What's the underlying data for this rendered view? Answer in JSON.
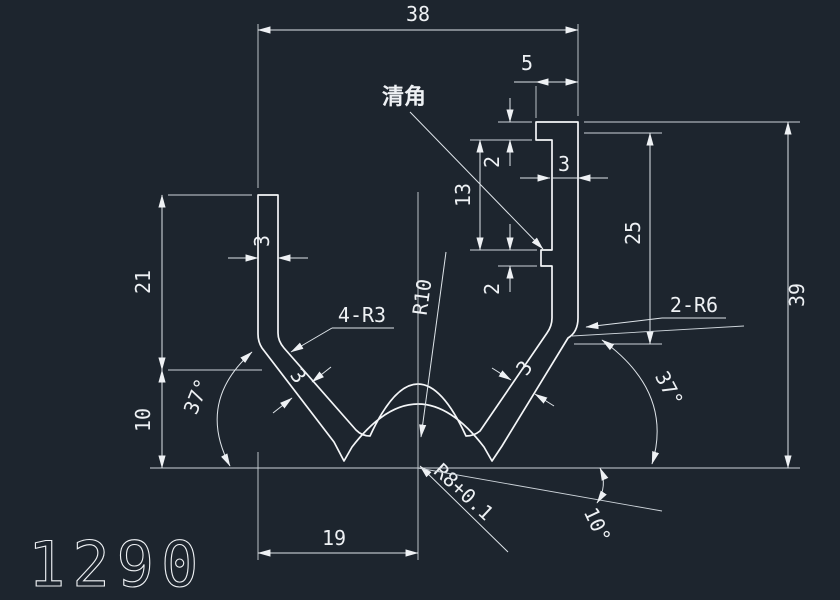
{
  "app": {
    "background_color": "#1d252e",
    "line_color": "#eef1f4"
  },
  "drawing": {
    "part_number": "1290",
    "leader_note": "清角",
    "dims": {
      "width_top": "38",
      "cap_width": "5",
      "cap_step": "2",
      "wall_right": "3",
      "slot_height": "13",
      "notch_height": "2",
      "height_right": "25",
      "height_total": "39",
      "arm_height": "21",
      "arm_thickness": "3",
      "height_lower": "10",
      "angle_left": "37°",
      "fillets_inner": "4-R3",
      "radius_hump": "R10",
      "thickness_left_slant": "3",
      "thickness_right_slant": "3",
      "fillets_outer": "2-R6",
      "angle_right": "37°",
      "radius_bottom": "R8+0.1",
      "angle_bottom": "10°",
      "width_bottom": "19"
    }
  }
}
